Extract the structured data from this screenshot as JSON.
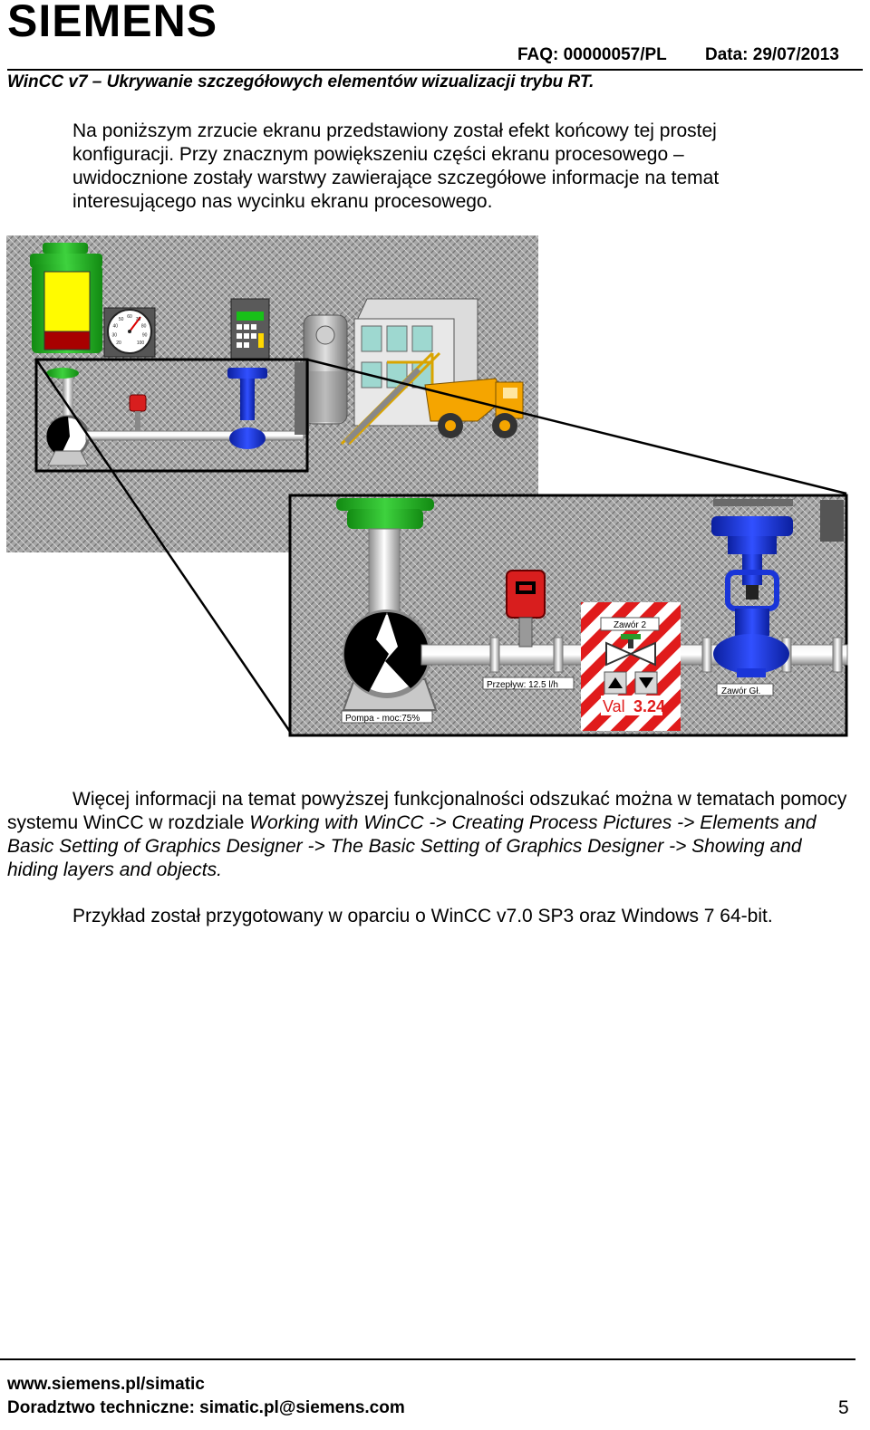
{
  "header": {
    "logo": "SIEMENS",
    "faq": "FAQ: 00000057/PL",
    "date": "Data: 29/07/2013",
    "subtitle": "WinCC v7 – Ukrywanie szczegółowych elementów wizualizacji trybu RT."
  },
  "intro": "Na poniższym zrzucie ekranu przedstawiony został efekt końcowy tej prostej konfiguracji. Przy znacznym powiększeniu części ekranu procesowego – uwidocznione zostały warstwy zawierające szczegółowe informacje na temat interesującego nas wycinku ekranu procesowego.",
  "figure": {
    "labels": {
      "valve2": "Zawór 2",
      "flow": "Przepływ: 12.5 l/h",
      "main_valve": "Zawór Gł.",
      "pump": "Pompa - moc:75%",
      "val": "Val",
      "val_number": "3.24"
    },
    "gauge_ticks": [
      "20",
      "30",
      "40",
      "50",
      "60",
      "70",
      "80",
      "90",
      "100"
    ],
    "colors": {
      "pump_top": "#22b022",
      "valve_blue": "#1a35d8",
      "sensor_red": "#d81e1e",
      "hatch_red": "#e01b1b",
      "tank_yellow": "#fffb00",
      "truck_orange": "#f5a500"
    }
  },
  "more_info": {
    "lead": "Więcej informacji na temat powyższej funkcjonalności odszukać można w tematach pomocy systemu WinCC w rozdziale ",
    "path": "Working with WinCC -> Creating Process Pictures -> Elements and Basic Setting of Graphics Designer -> The Basic Setting of Graphics Designer -> Showing and hiding layers and objects."
  },
  "example_note": "Przykład został przygotowany w oparciu o WinCC v7.0 SP3 oraz Windows 7 64-bit.",
  "footer": {
    "website": "www.siemens.pl/simatic",
    "support": "Doradztwo techniczne: simatic.pl@siemens.com",
    "page_number": "5"
  }
}
